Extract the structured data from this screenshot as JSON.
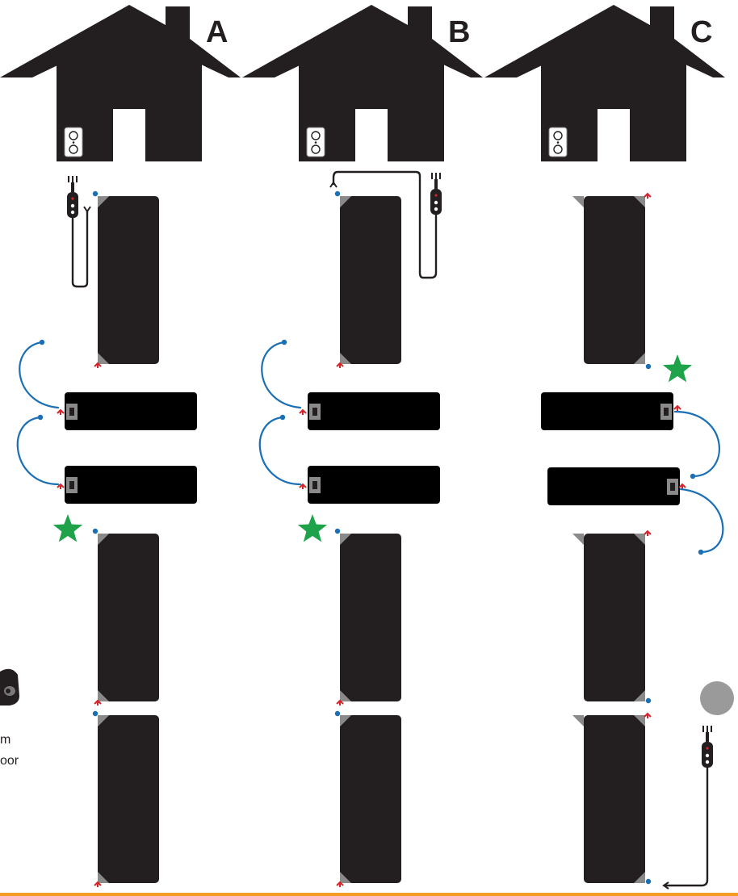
{
  "columns": [
    {
      "label": "A"
    },
    {
      "label": "B"
    },
    {
      "label": "C"
    }
  ],
  "side_caption": {
    "line1": "m",
    "line2": "oor"
  },
  "colors": {
    "house": "#231f20",
    "mat": "#231f20",
    "runner": "#000000",
    "connector": "#8a8a8a",
    "cable": "#1a6fb5",
    "plug_end": "#d6232a",
    "star": "#1ea34a",
    "gray_dot": "#9a9a9a",
    "accent_bar": "#f39c21"
  },
  "icons": [
    "house-icon",
    "outlet-icon",
    "power-plug-icon",
    "star-icon",
    "boot-icon",
    "connector-icon"
  ]
}
